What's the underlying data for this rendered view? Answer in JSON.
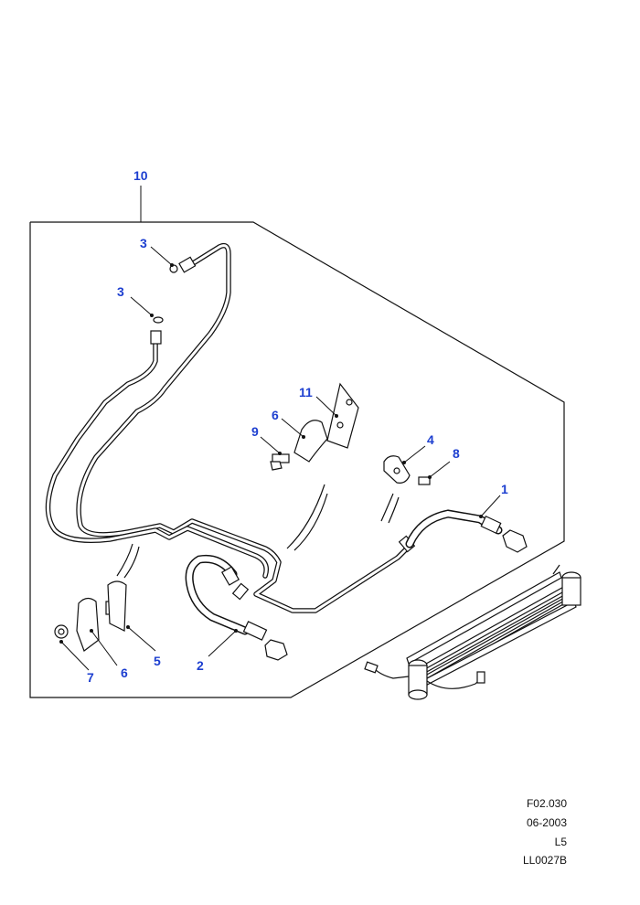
{
  "callouts": {
    "c10": "10",
    "c3a": "3",
    "c3b": "3",
    "c11": "11",
    "c6a": "6",
    "c9": "9",
    "c4": "4",
    "c8": "8",
    "c1": "1",
    "c2": "2",
    "c5": "5",
    "c6b": "6",
    "c7": "7"
  },
  "reference": {
    "figure": "F02.030",
    "date": "06-2003",
    "code": "L5",
    "drawing": "LL0027B"
  },
  "colors": {
    "callout": "#1d3fd0",
    "line": "#111111"
  }
}
